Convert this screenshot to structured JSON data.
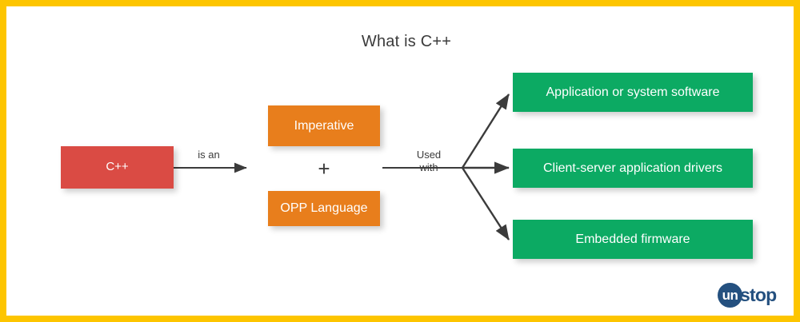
{
  "diagram": {
    "title": "What is C++",
    "frame_color": "#fdc500",
    "background": "#ffffff",
    "nodes": {
      "source": {
        "label": "C++",
        "color": "#da4b44"
      },
      "traits": [
        {
          "label": "Imperative",
          "color": "#e87e1c"
        },
        {
          "label": "OPP Language",
          "color": "#e87e1c"
        }
      ],
      "combinator": "+",
      "uses": [
        {
          "label": "Application or system software",
          "color": "#0caa63"
        },
        {
          "label": "Client-server application drivers",
          "color": "#0caa63"
        },
        {
          "label": "Embedded firmware",
          "color": "#0caa63"
        }
      ]
    },
    "edge_labels": {
      "is_an": "is an",
      "used_with": "Used\nwith"
    }
  },
  "branding": {
    "logo_mark_text": "un",
    "logo_word_text": "stop",
    "logo_color": "#24507f"
  }
}
